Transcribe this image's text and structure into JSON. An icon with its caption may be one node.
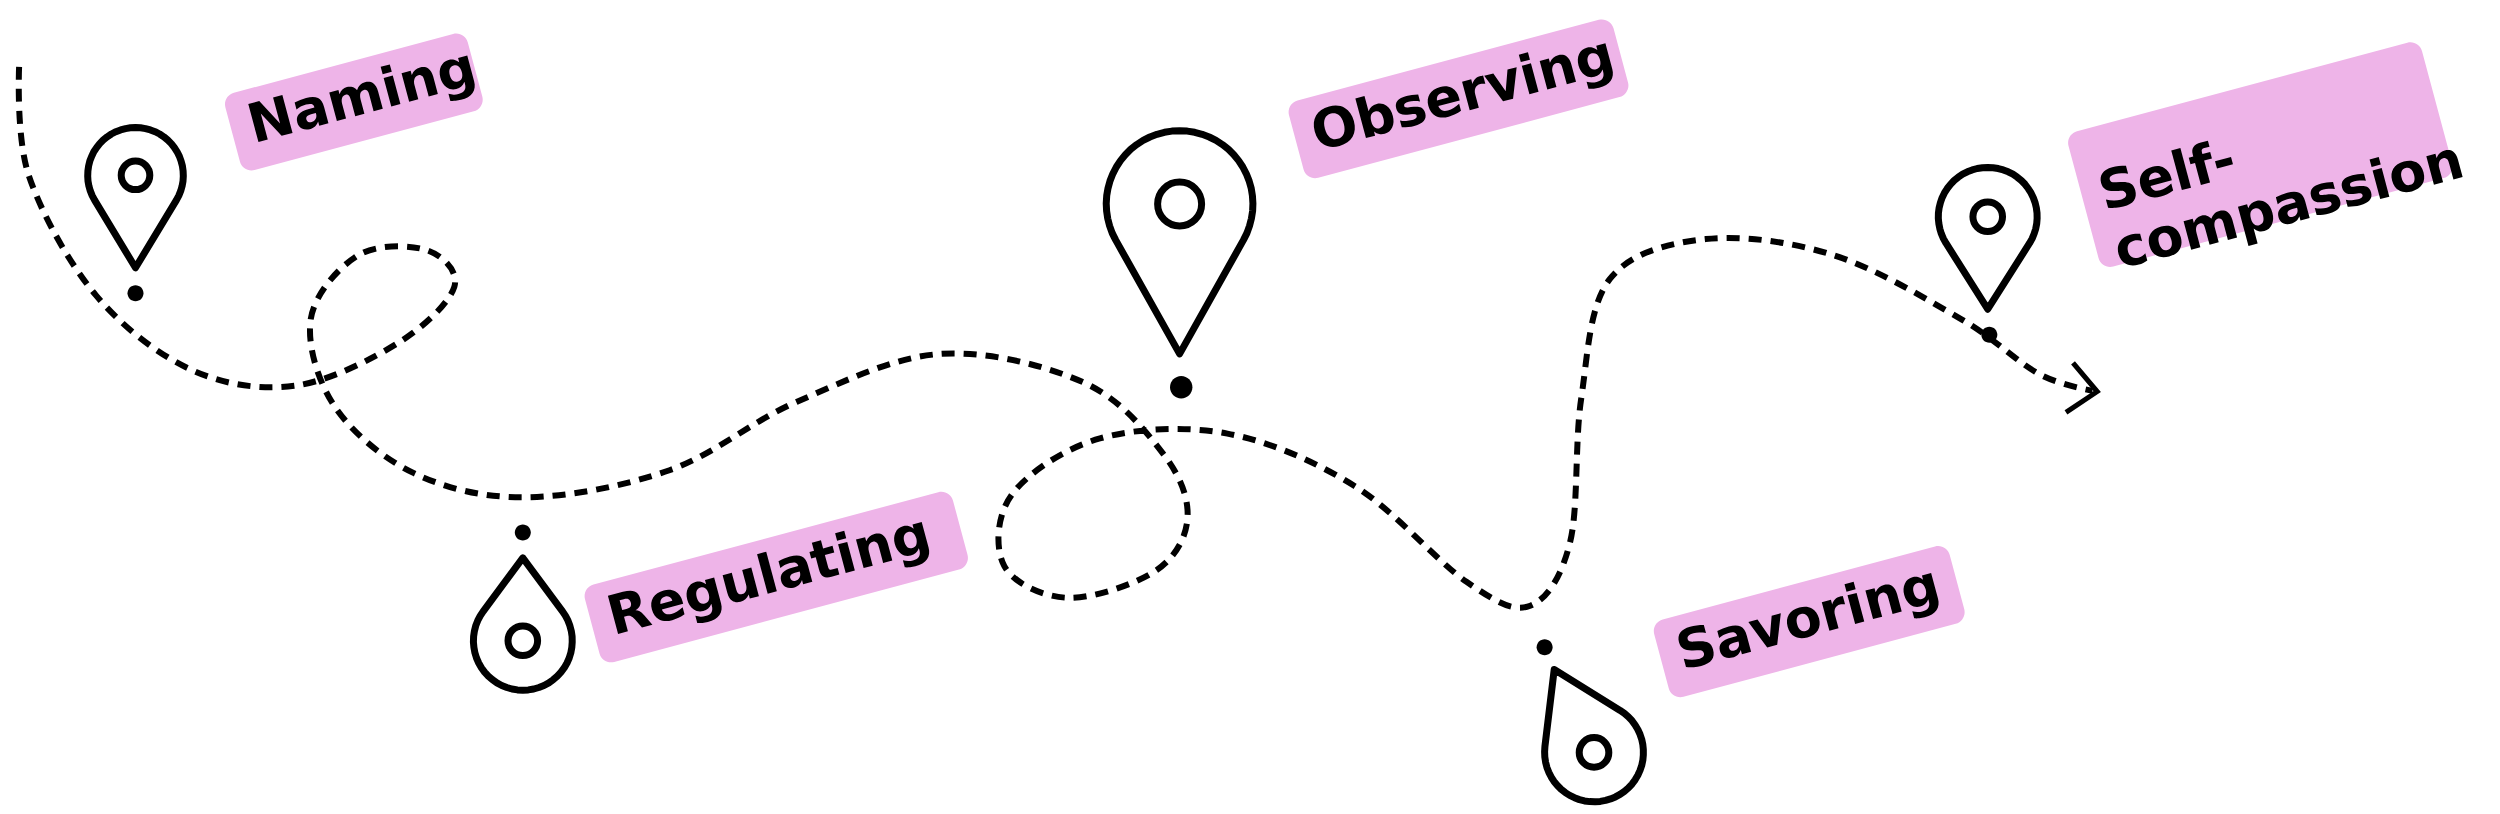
{
  "diagram": {
    "nodes": [
      {
        "text": [
          "Naming"
        ]
      },
      {
        "text": [
          "Regulating"
        ]
      },
      {
        "text": [
          "Observing"
        ]
      },
      {
        "text": [
          "Savoring"
        ]
      },
      {
        "text": [
          "Self-compassion"
        ]
      }
    ]
  }
}
